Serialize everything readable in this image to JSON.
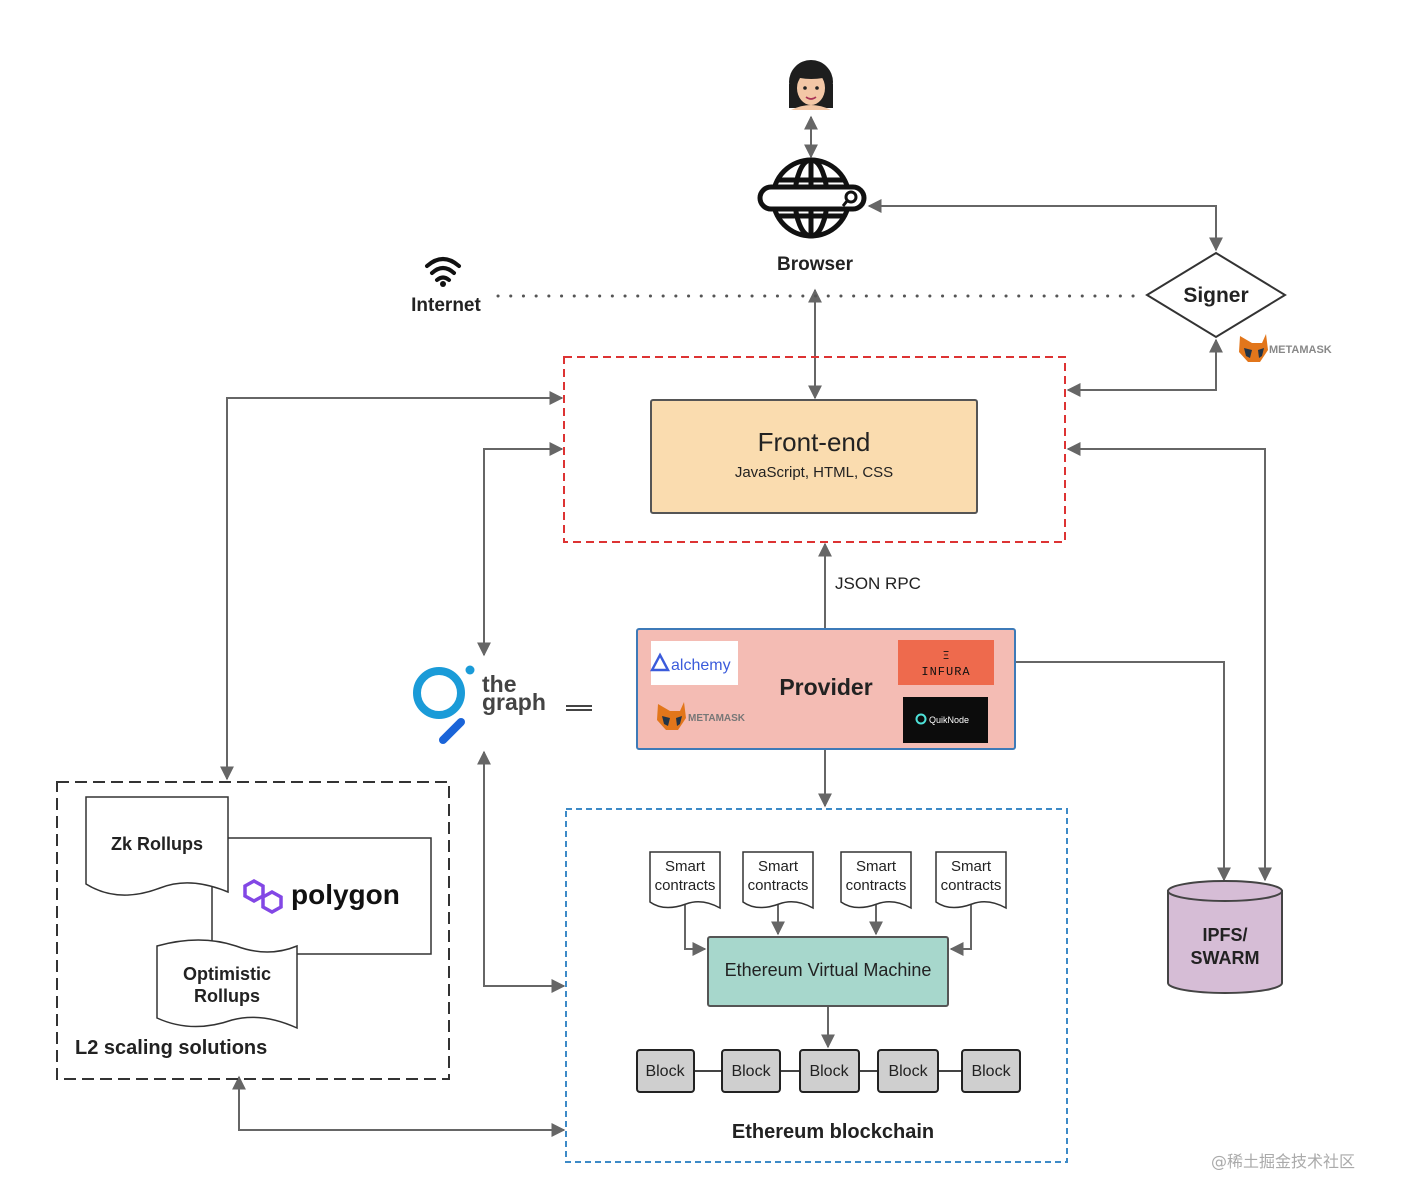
{
  "user": {
    "icon": "woman-user-icon"
  },
  "browser": {
    "label": "Browser",
    "icon": "globe-search-icon"
  },
  "internet": {
    "label": "Internet",
    "icon": "wifi-icon"
  },
  "signer": {
    "label": "Signer",
    "wallet_logo": "METAMASK"
  },
  "frontend": {
    "title": "Front-end",
    "subtitle": "JavaScript, HTML, CSS",
    "fill": "#fadcaf"
  },
  "json_rpc": "JSON RPC",
  "provider": {
    "title": "Provider",
    "fill": "#f4bcb4",
    "alchemy": "alchemy",
    "infura": "INFURA",
    "metamask": "METAMASK",
    "quicknode": "QuikNode"
  },
  "thegraph": {
    "line1": "the",
    "line2": "graph"
  },
  "l2": {
    "label": "L2 scaling solutions",
    "zk": "Zk Rollups",
    "optimistic_line1": "Optimistic",
    "optimistic_line2": "Rollups",
    "polygon": "polygon"
  },
  "ethereum": {
    "label": "Ethereum blockchain",
    "evm": "Ethereum Virtual Machine",
    "evm_fill": "#a7d7cc",
    "smart_contracts": [
      {
        "line1": "Smart",
        "line2": "contracts"
      },
      {
        "line1": "Smart",
        "line2": "contracts"
      },
      {
        "line1": "Smart",
        "line2": "contracts"
      },
      {
        "line1": "Smart",
        "line2": "contracts"
      }
    ],
    "blocks": [
      "Block",
      "Block",
      "Block",
      "Block",
      "Block"
    ]
  },
  "ipfs": {
    "line1": "IPFS/",
    "line2": "SWARM",
    "fill": "#d6bdd6"
  },
  "watermark": "@稀土掘金技术社区"
}
